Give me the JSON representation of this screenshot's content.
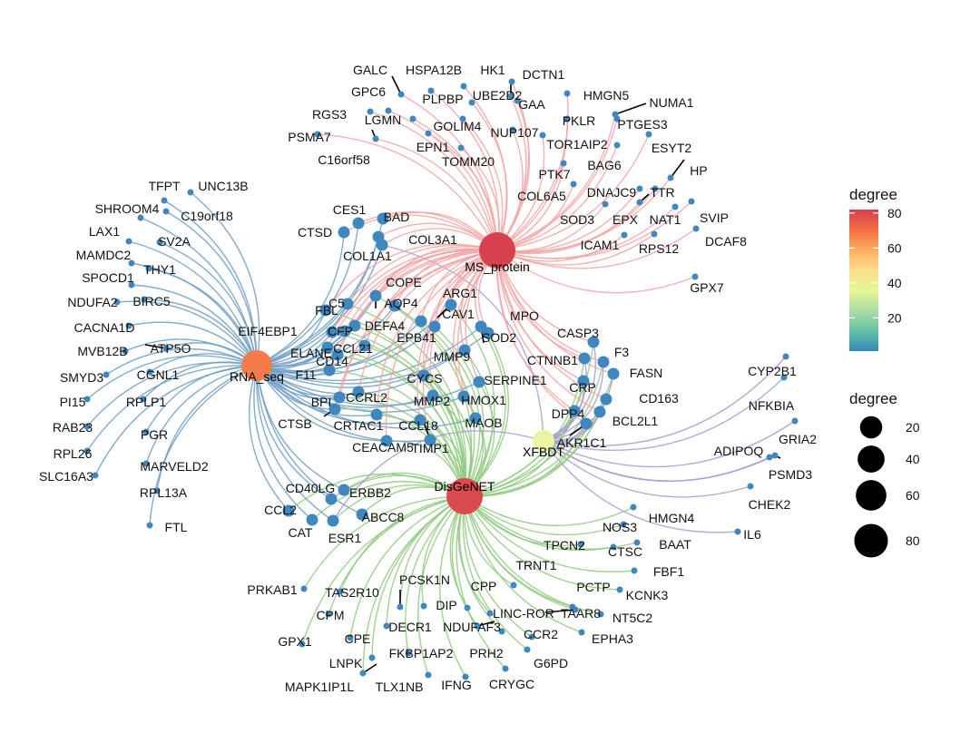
{
  "hubs": [
    {
      "id": "MS_protein",
      "label": "MS_protein",
      "degree": 80,
      "color": "#d7414e"
    },
    {
      "id": "RNA_seq",
      "label": "RNA_seq",
      "degree": 62,
      "color": "#f67b4a"
    },
    {
      "id": "DisGeNET",
      "label": "DisGeNET",
      "degree": 78,
      "color": "#db4a4e"
    },
    {
      "id": "XFBDT",
      "label": "XFBDT",
      "degree": 26,
      "color": "#eef5a0"
    }
  ],
  "edge_colors": {
    "MS_protein": "#f4a3a3",
    "RNA_seq": "#6d9ec6",
    "DisGeNET": "#8fcb7f",
    "XFBDT": "#a99ad2"
  },
  "node_color": "#3f88bf",
  "gene_groups": {
    "MS_protein": [
      "GALC",
      "HSPA12B",
      "HK1",
      "DCTN1",
      "GPC6",
      "PLPBP",
      "UBE2D2",
      "GAA",
      "HMGN5",
      "NUMA1",
      "RGS3",
      "LGMN",
      "GOLIM4",
      "NUP107",
      "PKLR",
      "PTGES3",
      "PSMA7",
      "EPN1",
      "TOR1AIP2",
      "ESYT2",
      "C16orf58",
      "TOMM20",
      "PTK7",
      "BAG6",
      "HP",
      "COL6A5",
      "DNAJC9",
      "TTR",
      "SOD3",
      "EPX",
      "NAT1",
      "SVIP",
      "ICAM1",
      "RPS12",
      "DCAF8",
      "GPX7"
    ],
    "RNA_seq": [
      "TFPT",
      "UNC13B",
      "SHROOM4",
      "C19orf18",
      "LAX1",
      "SV2A",
      "MAMDC2",
      "THY1",
      "SPOCD1",
      "NDUFA2",
      "BIRC5",
      "CACNA1D",
      "MVB12B",
      "ATP5O",
      "SMYD3",
      "CGNL1",
      "PI15",
      "RPLP1",
      "RAB23",
      "PGR",
      "RPL26",
      "MARVELD2",
      "SLC16A3",
      "RPL13A",
      "FTL"
    ],
    "DisGeNET": [
      "PRKAB1",
      "TAS2R10",
      "PCSK1N",
      "CPP",
      "CPM",
      "DIP",
      "LINC-ROR",
      "TRNT1",
      "TPCN2",
      "NOS3",
      "HMGN4",
      "GPX1",
      "CPE",
      "DECR1",
      "NDUFAF3",
      "PCTP",
      "CTSC",
      "BAAT",
      "LNPK",
      "FKBP1AP2",
      "PRH2",
      "CCR2",
      "TAAR8",
      "FBF1",
      "MAPK1IP1L",
      "TLX1NB",
      "IFNG",
      "CRYGC",
      "G6PD",
      "EPHA3",
      "NT5C2",
      "KCNK3"
    ],
    "XFBDT": [
      "CYP2B1",
      "NFKBIA",
      "GRIA2",
      "ADIPOQ",
      "PSMD3",
      "CHEK2",
      "IL6"
    ],
    "shared": [
      "CES1",
      "BAD",
      "CTSD",
      "COL3A1",
      "COL1A1",
      "COPE",
      "ARG1",
      "C5",
      "AQP4",
      "FBL",
      "CAV1",
      "MPO",
      "EIF4EBP1",
      "CFP",
      "DEFA4",
      "EPB41",
      "SOD2",
      "CASP3",
      "ELANE",
      "CCL21",
      "MMP9",
      "CTNNB1",
      "F3",
      "F11",
      "CD14",
      "CYCS",
      "SERPINE1",
      "FASN",
      "BPI",
      "CCRL2",
      "MMP2",
      "HMOX1",
      "CRP",
      "CD163",
      "CTSB",
      "CRTAC1",
      "CCL18",
      "MAOB",
      "DPP4",
      "BCL2L1",
      "CEACAM5",
      "TIMP1",
      "AKR1C1",
      "CD40LG",
      "ERBB2",
      "CCL2",
      "ABCC8",
      "CAT",
      "ESR1"
    ]
  },
  "legend_color": {
    "title": "degree",
    "ticks": [
      80,
      60,
      40,
      20
    ],
    "min": 1,
    "max": 82,
    "stops": [
      "#3288bd",
      "#66c2a5",
      "#abdda4",
      "#e6f598",
      "#fee08b",
      "#fdae61",
      "#f46d43",
      "#d53e4f"
    ]
  },
  "legend_size": {
    "title": "degree",
    "values": [
      20,
      40,
      60,
      80
    ]
  }
}
